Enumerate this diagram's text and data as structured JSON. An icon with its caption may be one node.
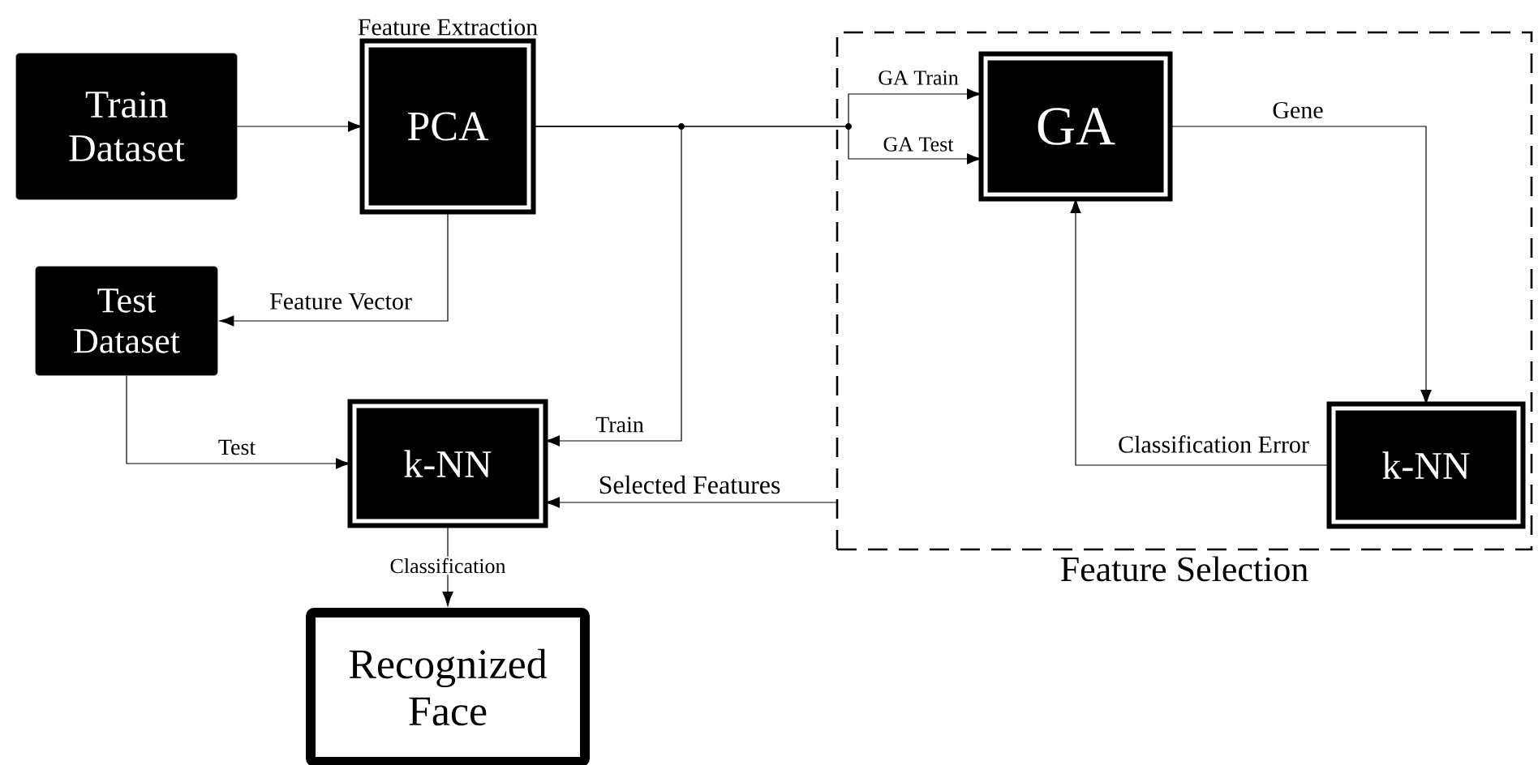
{
  "diagram": {
    "nodes": [
      {
        "text": [
          "Train Dataset"
        ]
      },
      {
        "text": [
          "Feature Extraction",
          "PCA"
        ]
      },
      {
        "text": [
          "Test Dataset"
        ]
      },
      {
        "text": [
          "Feature Selection"
        ]
      },
      {
        "text": [
          "GA"
        ],
        "in": 3
      },
      {
        "text": [
          "k-NN"
        ],
        "in": 3
      },
      {
        "text": [
          "k-NN"
        ]
      },
      {
        "text": [
          "Recognized Face"
        ]
      }
    ],
    "edges": [
      {
        "from": 0,
        "to": 1,
        "arrow": "to"
      },
      {
        "from": 1,
        "to": 2,
        "arrow": "to",
        "label": "Feature Vector"
      },
      {
        "from": 1,
        "to": 4,
        "arrow": "to",
        "label": "GA Train"
      },
      {
        "from": 1,
        "to": 4,
        "arrow": "to",
        "label": "GA Test"
      },
      {
        "from": 1,
        "to": 6,
        "arrow": "to",
        "label": "Train"
      },
      {
        "from": 2,
        "to": 6,
        "arrow": "to",
        "label": "Test"
      },
      {
        "from": 4,
        "to": 5,
        "arrow": "to",
        "label": "Gene"
      },
      {
        "from": 5,
        "to": 4,
        "arrow": "to",
        "label": "Classification Error"
      },
      {
        "from": 3,
        "to": 6,
        "arrow": "to",
        "label": "Selected Features"
      },
      {
        "from": 6,
        "to": 7,
        "arrow": "to",
        "label": "Classification"
      }
    ]
  }
}
